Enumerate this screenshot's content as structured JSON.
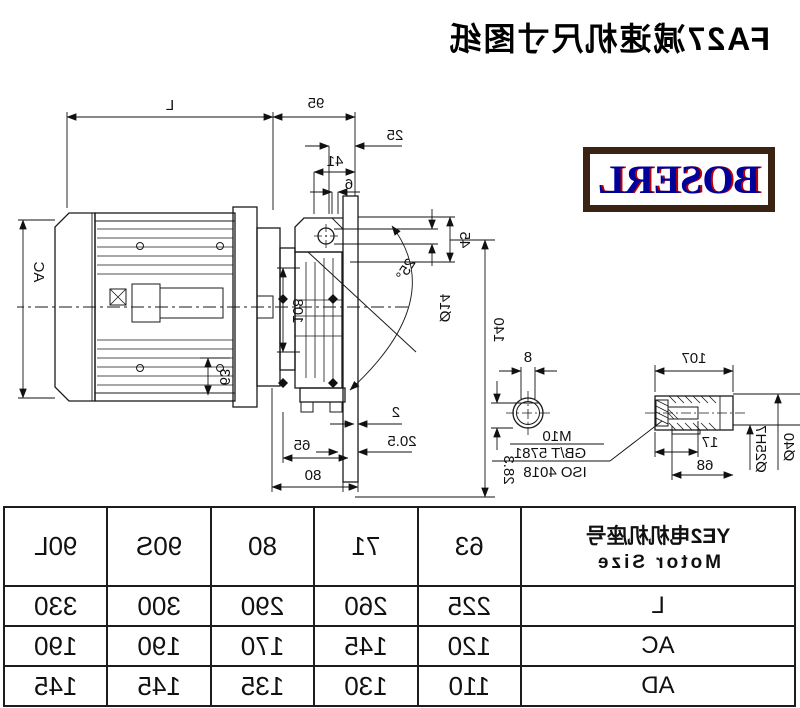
{
  "title": "FA27减速机尺寸图纸",
  "logo": {
    "text": "BOSERL"
  },
  "colors": {
    "line": "#1a1a1a",
    "logo_border": "#3b2313",
    "logo_text": "#00009a",
    "logo_fringe": "#bb0000"
  },
  "drawing": {
    "main": {
      "L": "L",
      "d95": "95",
      "d25": "25",
      "d41": "41",
      "d6": "6",
      "d45": "45",
      "dia14": "Ø14",
      "d140": "140",
      "ang25": "25°",
      "ac": "AC",
      "d108": "108",
      "d63": "63",
      "d2": "2",
      "d20_5": "20.5",
      "d65": "65",
      "d80": "80"
    },
    "section": {
      "d8": "8",
      "d28_3": "28.3"
    },
    "shaft": {
      "d107": "107",
      "d17": "17",
      "d68": "68",
      "dia25": "Ø25H7",
      "dia40": "Ø40",
      "spec1": "M10",
      "spec2": "GB/T 5781",
      "spec3": "ISO 4018"
    }
  },
  "table": {
    "header": {
      "motor_label_cn": "YE2电机机座号",
      "motor_label_en": "Motor Size",
      "sizes": [
        "63",
        "71",
        "80",
        "90S",
        "90L"
      ]
    },
    "rows": [
      {
        "label": "L",
        "values": [
          "225",
          "260",
          "290",
          "300",
          "330"
        ]
      },
      {
        "label": "AC",
        "values": [
          "120",
          "145",
          "170",
          "190",
          "190"
        ]
      },
      {
        "label": "AD",
        "values": [
          "110",
          "130",
          "135",
          "145",
          "145"
        ]
      }
    ]
  }
}
